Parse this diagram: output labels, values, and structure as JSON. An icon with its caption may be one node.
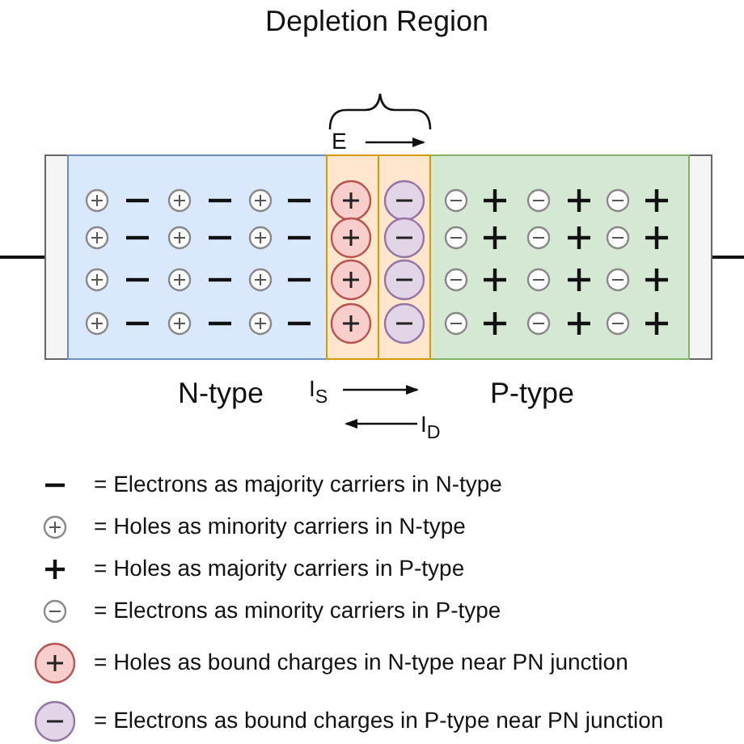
{
  "diagram": {
    "labels": [
      "Depletion Region",
      "E",
      "N-type",
      "I$_{S}$",
      "P-type",
      "I$_{D}$"
    ],
    "legend": [
      {
        "text": "= Electrons as majority carriers in N-type"
      },
      {
        "text": "= Holes as minority carriers in N-type"
      },
      {
        "text": "= Holes as majority carriers in P-type"
      },
      {
        "text": "= Electrons as minority carriers in P-type"
      },
      {
        "text": "= Holes as bound charges in N-type near PN junction"
      },
      {
        "text": "= Electrons as bound charges in P-type near PN junction"
      }
    ]
  }
}
